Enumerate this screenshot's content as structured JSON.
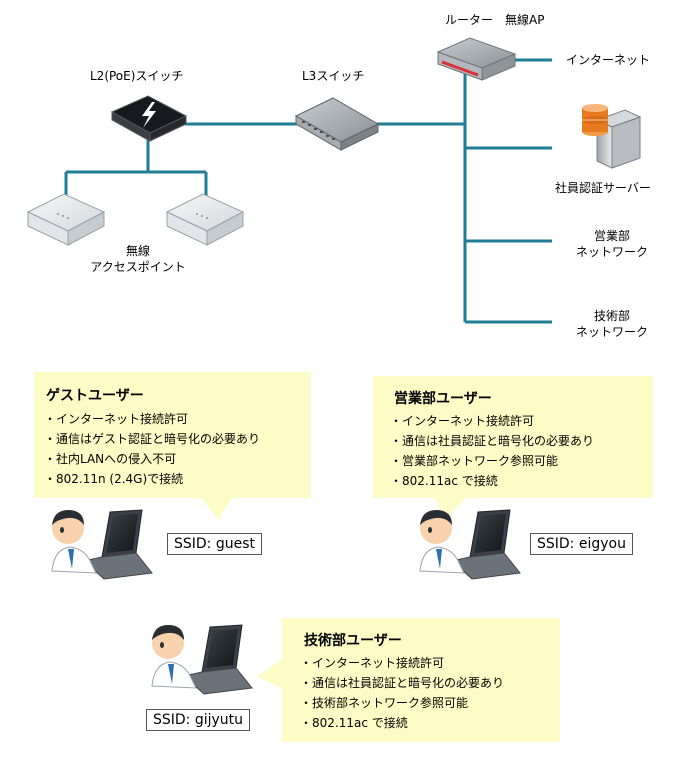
{
  "network": {
    "router": "ルーター　無線AP",
    "internet": "インターネット",
    "auth_server": "社員認証サーバー",
    "sales_network": [
      "営業部",
      "ネットワーク"
    ],
    "tech_network": [
      "技術部",
      "ネットワーク"
    ],
    "l2_switch": "L2(PoE)スイッチ",
    "l3_switch": "L3スイッチ",
    "access_point": [
      "無線",
      "アクセスポイント"
    ]
  },
  "groups": [
    {
      "title": "ゲストユーザー",
      "items": [
        "・インターネット接続許可",
        "・通信はゲスト認証と暗号化の必要あり",
        "・社内LANへの侵入不可",
        "・802.11n (2.4G)で接続"
      ],
      "ssid": "SSID: guest"
    },
    {
      "title": "営業部ユーザー",
      "items": [
        "・インターネット接続許可",
        "・通信は社員認証と暗号化の必要あり",
        "・営業部ネットワーク参照可能",
        "・802.11ac で接続"
      ],
      "ssid": "SSID: eigyou"
    },
    {
      "title": "技術部ユーザー",
      "items": [
        "・インターネット接続許可",
        "・通信は社員認証と暗号化の必要あり",
        "・技術部ネットワーク参照可能",
        "・802.11ac で接続"
      ],
      "ssid": "SSID: gijyutu"
    }
  ],
  "colors": {
    "link": "#1f7d94",
    "bubble": "#fefcc6",
    "router_accent": "#d9313a",
    "server_db": "#e77a1f"
  }
}
